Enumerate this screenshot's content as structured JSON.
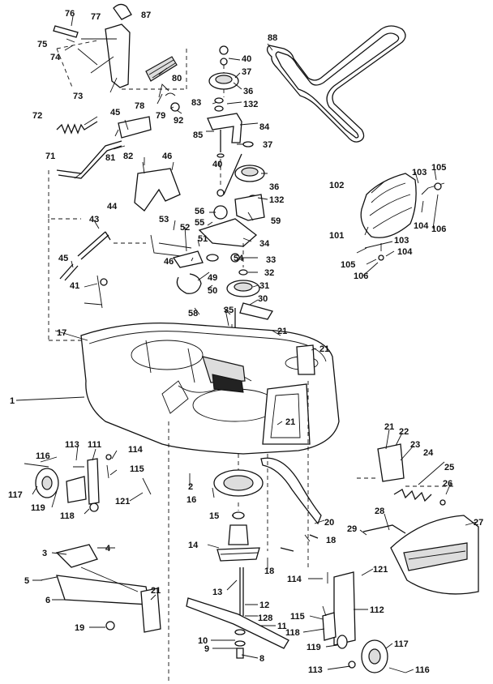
{
  "diagram": {
    "title": "",
    "parts": [
      {
        "id": "p76",
        "label": "76"
      },
      {
        "id": "p77",
        "label": "77"
      },
      {
        "id": "p87",
        "label": "87"
      },
      {
        "id": "p75",
        "label": "75"
      },
      {
        "id": "p74",
        "label": "74"
      },
      {
        "id": "p73",
        "label": "73"
      },
      {
        "id": "p80",
        "label": "80"
      },
      {
        "id": "p78",
        "label": "78"
      },
      {
        "id": "p79",
        "label": "79"
      },
      {
        "id": "p92",
        "label": "92"
      },
      {
        "id": "p72",
        "label": "72"
      },
      {
        "id": "p45a",
        "label": "45"
      },
      {
        "id": "p81",
        "label": "81"
      },
      {
        "id": "p82",
        "label": "82"
      },
      {
        "id": "p71",
        "label": "71"
      },
      {
        "id": "p46a",
        "label": "46"
      },
      {
        "id": "p44",
        "label": "44"
      },
      {
        "id": "p43",
        "label": "43"
      },
      {
        "id": "p45b",
        "label": "45"
      },
      {
        "id": "p41",
        "label": "41"
      },
      {
        "id": "p88",
        "label": "88"
      },
      {
        "id": "p40a",
        "label": "40"
      },
      {
        "id": "p37a",
        "label": "37"
      },
      {
        "id": "p36a",
        "label": "36"
      },
      {
        "id": "p83",
        "label": "83"
      },
      {
        "id": "p132a",
        "label": "132"
      },
      {
        "id": "p84",
        "label": "84"
      },
      {
        "id": "p85",
        "label": "85"
      },
      {
        "id": "p37b",
        "label": "37"
      },
      {
        "id": "p40b",
        "label": "40"
      },
      {
        "id": "p36b",
        "label": "36"
      },
      {
        "id": "p132b",
        "label": "132"
      },
      {
        "id": "p56",
        "label": "56"
      },
      {
        "id": "p59",
        "label": "59"
      },
      {
        "id": "p53",
        "label": "53"
      },
      {
        "id": "p52",
        "label": "52"
      },
      {
        "id": "p55",
        "label": "55"
      },
      {
        "id": "p51",
        "label": "51"
      },
      {
        "id": "p34",
        "label": "34"
      },
      {
        "id": "p46b",
        "label": "46"
      },
      {
        "id": "p54",
        "label": "54"
      },
      {
        "id": "p33",
        "label": "33"
      },
      {
        "id": "p49",
        "label": "49"
      },
      {
        "id": "p32",
        "label": "32"
      },
      {
        "id": "p50",
        "label": "50"
      },
      {
        "id": "p31",
        "label": "31"
      },
      {
        "id": "p58",
        "label": "58"
      },
      {
        "id": "p35",
        "label": "35"
      },
      {
        "id": "p30",
        "label": "30"
      },
      {
        "id": "p102",
        "label": "102"
      },
      {
        "id": "p103a",
        "label": "103"
      },
      {
        "id": "p105a",
        "label": "105"
      },
      {
        "id": "p104a",
        "label": "104"
      },
      {
        "id": "p106a",
        "label": "106"
      },
      {
        "id": "p101",
        "label": "101"
      },
      {
        "id": "p103b",
        "label": "103"
      },
      {
        "id": "p104b",
        "label": "104"
      },
      {
        "id": "p105b",
        "label": "105"
      },
      {
        "id": "p106b",
        "label": "106"
      },
      {
        "id": "p17",
        "label": "17"
      },
      {
        "id": "p21a",
        "label": "21"
      },
      {
        "id": "p21b",
        "label": "21"
      },
      {
        "id": "p1",
        "label": "1"
      },
      {
        "id": "p21c",
        "label": "21"
      },
      {
        "id": "p116a",
        "label": "116"
      },
      {
        "id": "p113a",
        "label": "113"
      },
      {
        "id": "p111",
        "label": "111"
      },
      {
        "id": "p114a",
        "label": "114"
      },
      {
        "id": "p115a",
        "label": "115"
      },
      {
        "id": "p117a",
        "label": "117"
      },
      {
        "id": "p119a",
        "label": "119"
      },
      {
        "id": "p118a",
        "label": "118"
      },
      {
        "id": "p121a",
        "label": "121"
      },
      {
        "id": "p2",
        "label": "2"
      },
      {
        "id": "p16",
        "label": "16"
      },
      {
        "id": "p15",
        "label": "15"
      },
      {
        "id": "p21d",
        "label": "21"
      },
      {
        "id": "p22",
        "label": "22"
      },
      {
        "id": "p23",
        "label": "23"
      },
      {
        "id": "p24",
        "label": "24"
      },
      {
        "id": "p25",
        "label": "25"
      },
      {
        "id": "p26",
        "label": "26"
      },
      {
        "id": "p27",
        "label": "27"
      },
      {
        "id": "p28",
        "label": "28"
      },
      {
        "id": "p29",
        "label": "29"
      },
      {
        "id": "p20",
        "label": "20"
      },
      {
        "id": "p18a",
        "label": "18"
      },
      {
        "id": "p14",
        "label": "14"
      },
      {
        "id": "p18b",
        "label": "18"
      },
      {
        "id": "p3",
        "label": "3"
      },
      {
        "id": "p4",
        "label": "4"
      },
      {
        "id": "p5",
        "label": "5"
      },
      {
        "id": "p6",
        "label": "6"
      },
      {
        "id": "p21e",
        "label": "21"
      },
      {
        "id": "p19",
        "label": "19"
      },
      {
        "id": "p13",
        "label": "13"
      },
      {
        "id": "p12",
        "label": "12"
      },
      {
        "id": "p128",
        "label": "128"
      },
      {
        "id": "p11",
        "label": "11"
      },
      {
        "id": "p10",
        "label": "10"
      },
      {
        "id": "p9",
        "label": "9"
      },
      {
        "id": "p8",
        "label": "8"
      },
      {
        "id": "p114b",
        "label": "114"
      },
      {
        "id": "p121b",
        "label": "121"
      },
      {
        "id": "p115b",
        "label": "115"
      },
      {
        "id": "p112",
        "label": "112"
      },
      {
        "id": "p118b",
        "label": "118"
      },
      {
        "id": "p117b",
        "label": "117"
      },
      {
        "id": "p119b",
        "label": "119"
      },
      {
        "id": "p113b",
        "label": "113"
      },
      {
        "id": "p116b",
        "label": "116"
      }
    ]
  }
}
